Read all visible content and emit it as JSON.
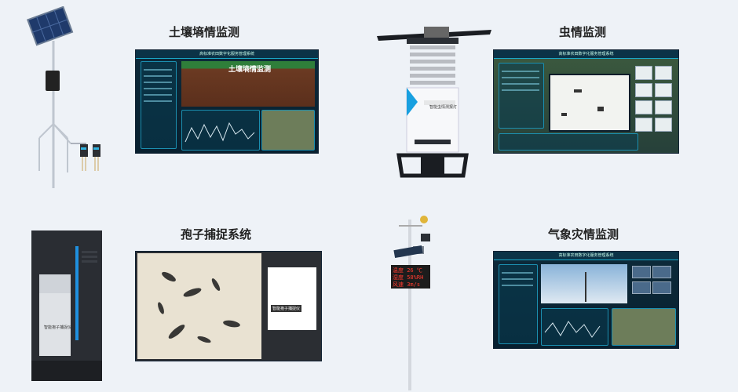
{
  "sections": {
    "soil": {
      "title": "土壤墒情监测",
      "dashboard_header": "高标准农田数字化服务管理系统",
      "banner": "土壤墒情监测"
    },
    "pest": {
      "title": "虫情监测",
      "dashboard_header": "高标准农田数字化服务管理系统"
    },
    "spore": {
      "title": "孢子捕捉系统",
      "device_label": "智能孢子捕捉仪"
    },
    "weather": {
      "title": "气象灾情监测",
      "dashboard_header": "高标准农田数字化服务管理系统",
      "led_line1": "温度 26 ℃",
      "led_line2": "湿度 58%RH",
      "led_line3": "风速 3m/s"
    }
  },
  "pest_device_label": "智能虫情测报灯",
  "colors": {
    "page_bg": "#eef2f7",
    "dash_bg": "#0d2a3a",
    "accent": "#1aa9c8",
    "led": "#ff3b2f"
  }
}
